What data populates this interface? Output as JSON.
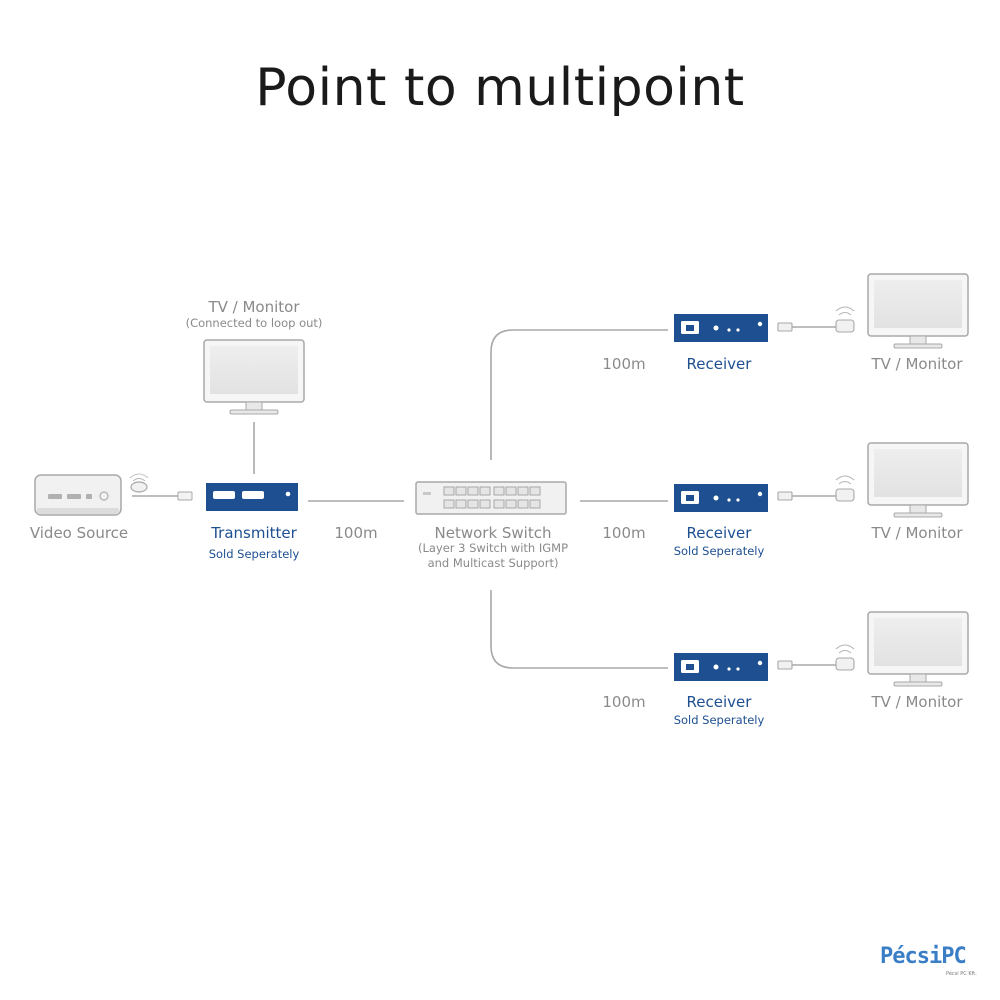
{
  "title": "Point to multipoint",
  "source": {
    "label": "Video Source"
  },
  "loop_monitor": {
    "label": "TV / Monitor",
    "sublabel": "(Connected to loop out)"
  },
  "transmitter": {
    "label": "Transmitter",
    "sublabel": "Sold Seperately"
  },
  "switch": {
    "label": "Network Switch",
    "sublabel_line1": "(Layer 3 Switch with IGMP",
    "sublabel_line2": "and Multicast Support)"
  },
  "links": {
    "tx_to_switch": "100m",
    "top": "100m",
    "middle": "100m",
    "bottom": "100m"
  },
  "receivers": [
    {
      "label": "Receiver",
      "sublabel": ""
    },
    {
      "label": "Receiver",
      "sublabel": "Sold Seperately"
    },
    {
      "label": "Receiver",
      "sublabel": "Sold Seperately"
    }
  ],
  "monitors": [
    {
      "label": "TV / Monitor"
    },
    {
      "label": "TV / Monitor"
    },
    {
      "label": "TV / Monitor"
    }
  ],
  "watermark": {
    "text": "PécsiPC",
    "subtext": "Pécsi PC Kft."
  },
  "colors": {
    "device_blue": "#1d4f91",
    "line_grey": "#a8a8a8",
    "label_grey": "#8a8a8a"
  }
}
